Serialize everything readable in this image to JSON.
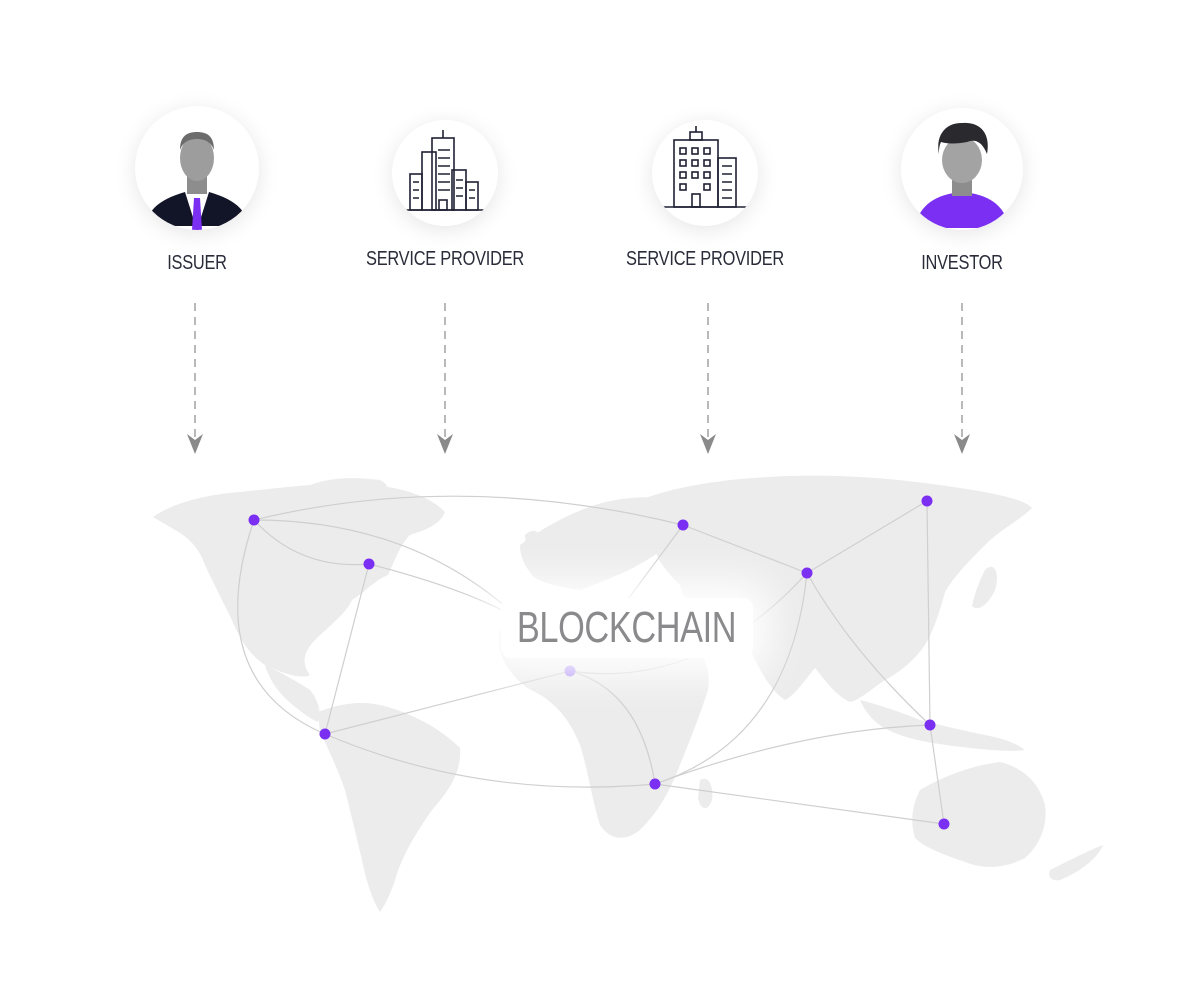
{
  "actors": [
    {
      "label": "ISSUER",
      "icon": "issuer-avatar-icon"
    },
    {
      "label": "SERVICE PROVIDER",
      "icon": "office-building-icon"
    },
    {
      "label": "SERVICE PROVIDER",
      "icon": "tower-building-icon"
    },
    {
      "label": "INVESTOR",
      "icon": "investor-avatar-icon"
    }
  ],
  "center_label": "BLOCKCHAIN",
  "colors": {
    "accent": "#7a2ff2",
    "accent_light": "#a98af5",
    "land": "#ececec",
    "arrow": "#8a8a8a",
    "text": "#2a2c3a",
    "suit": "#121428",
    "node_line": "#cfcfcf"
  }
}
